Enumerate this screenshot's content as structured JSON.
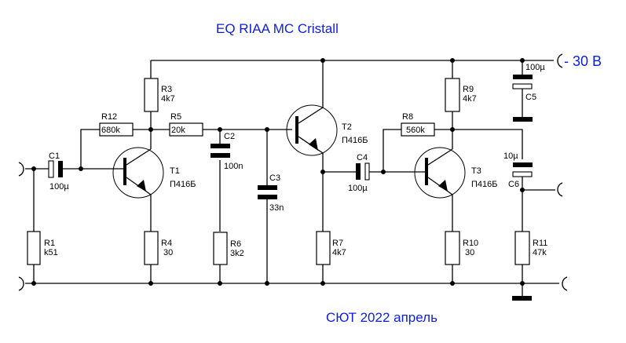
{
  "title": "EQ RIAA MC Cristall",
  "footer": "СЮТ 2022 апрель",
  "supply": {
    "label": "- 30 В"
  },
  "colors": {
    "annotation": "#0b1ee0",
    "wire": "#000000"
  },
  "components": {
    "R1": {
      "ref": "R1",
      "value": "k51"
    },
    "R3": {
      "ref": "R3",
      "value": "4k7"
    },
    "R4": {
      "ref": "R4",
      "value": "30"
    },
    "R5": {
      "ref": "R5",
      "value": "20k"
    },
    "R6": {
      "ref": "R6",
      "value": "3k2"
    },
    "R7": {
      "ref": "R7",
      "value": "4k7"
    },
    "R8": {
      "ref": "R8",
      "value": "560k"
    },
    "R9": {
      "ref": "R9",
      "value": "4k7"
    },
    "R10": {
      "ref": "R10",
      "value": "30"
    },
    "R11": {
      "ref": "R11",
      "value": "47k"
    },
    "R12": {
      "ref": "R12",
      "value": "680k"
    },
    "C1": {
      "ref": "C1",
      "value": "100µ"
    },
    "C2": {
      "ref": "C2",
      "value": "100n"
    },
    "C3": {
      "ref": "C3",
      "value": "33n"
    },
    "C4": {
      "ref": "C4",
      "value": "100µ"
    },
    "C5": {
      "ref": "C5",
      "value": "100µ"
    },
    "C6": {
      "ref": "C6",
      "value": "10µ"
    },
    "T1": {
      "ref": "T1",
      "type": "П416Б"
    },
    "T2": {
      "ref": "T2",
      "type": "П416Б"
    },
    "T3": {
      "ref": "T3",
      "type": "П416Б"
    }
  }
}
